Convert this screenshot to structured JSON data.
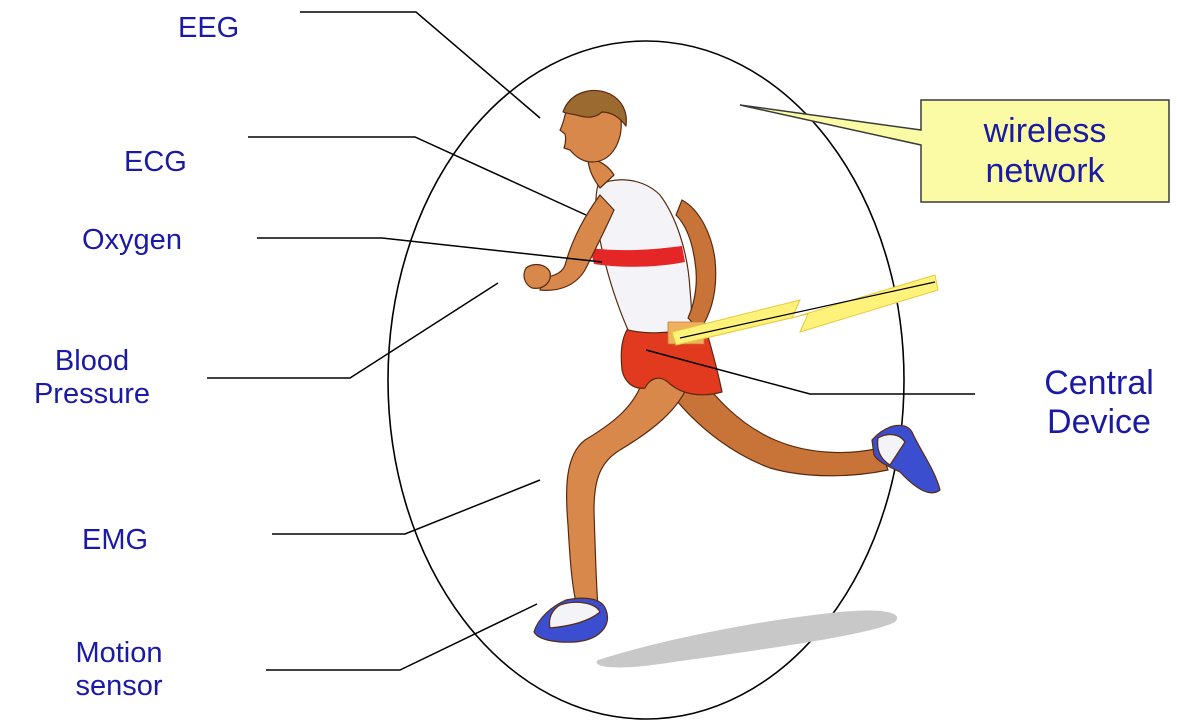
{
  "labels": {
    "eeg": "EEG",
    "ecg": "ECG",
    "oxygen": "Oxygen",
    "blood_pressure": [
      "Blood",
      "Pressure"
    ],
    "emg": "EMG",
    "motion_sensor": [
      "Motion",
      "sensor"
    ],
    "central_device": [
      "Central",
      "Device"
    ]
  },
  "callout": {
    "lines": [
      "wireless",
      "network"
    ],
    "fill": "#fbfba6",
    "border": "#3a3a3a"
  },
  "colors": {
    "label_text": "#1a1aa6",
    "leader_line": "#000000",
    "ellipse": "#000000"
  },
  "figure": {
    "name": "runner-clipart",
    "shirt": "#f4f4f8",
    "shirt_stripe": "#e42626",
    "shorts": "#e23a1e",
    "skin": "#d8884a",
    "hair": "#9a6a30",
    "shoe": "#3a4ecf"
  }
}
